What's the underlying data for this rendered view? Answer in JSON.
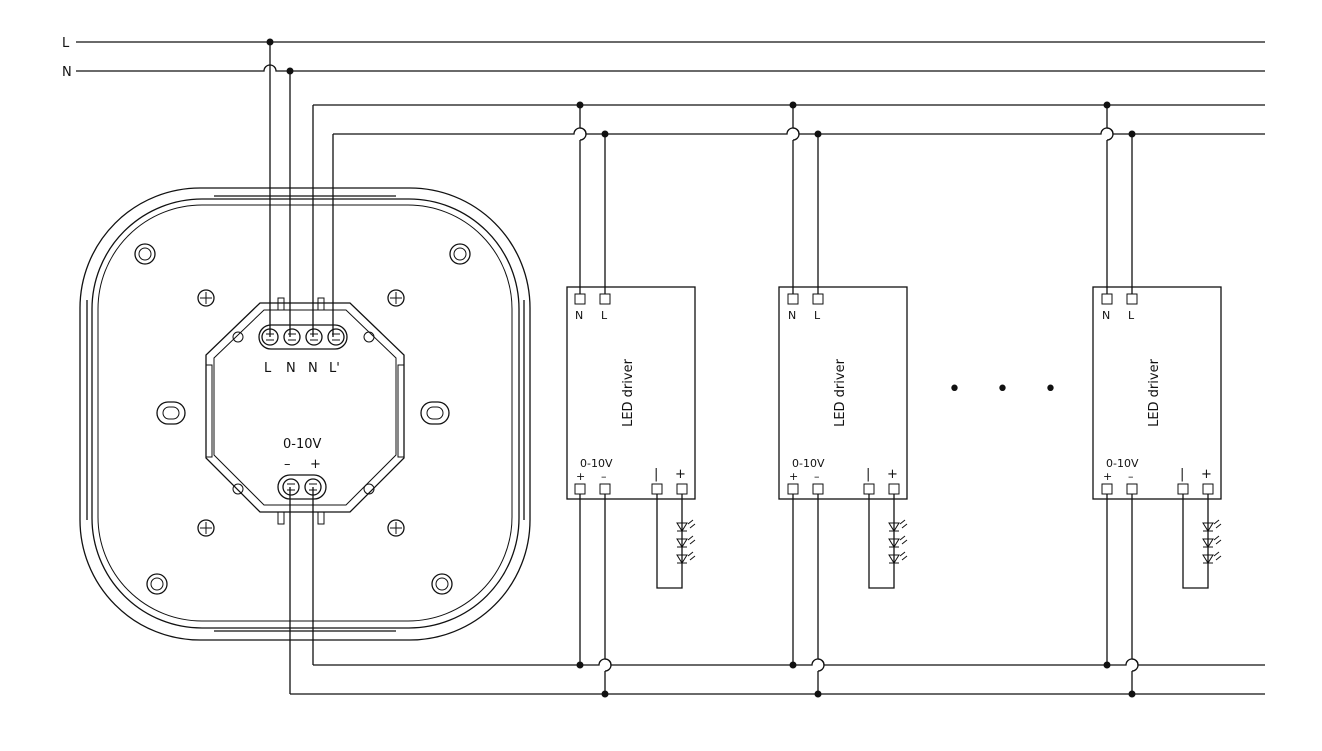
{
  "supply": {
    "line_label": "L",
    "neutral_label": "N"
  },
  "controller": {
    "terminal_labels": [
      "L",
      "N",
      "N",
      "L'"
    ],
    "dim_label": "0-10V",
    "dim_minus": "–",
    "dim_plus": "+"
  },
  "drivers": [
    {
      "title": "LED driver",
      "n": "N",
      "l": "L",
      "dim": "0-10V",
      "plus": "+",
      "minus": "–",
      "out_minus": "|",
      "out_plus": "+"
    },
    {
      "title": "LED driver",
      "n": "N",
      "l": "L",
      "dim": "0-10V",
      "plus": "+",
      "minus": "–",
      "out_minus": "|",
      "out_plus": "+"
    },
    {
      "title": "LED driver",
      "n": "N",
      "l": "L",
      "dim": "0-10V",
      "plus": "+",
      "minus": "–",
      "out_minus": "|",
      "out_plus": "+"
    }
  ],
  "continuation": "• • •"
}
